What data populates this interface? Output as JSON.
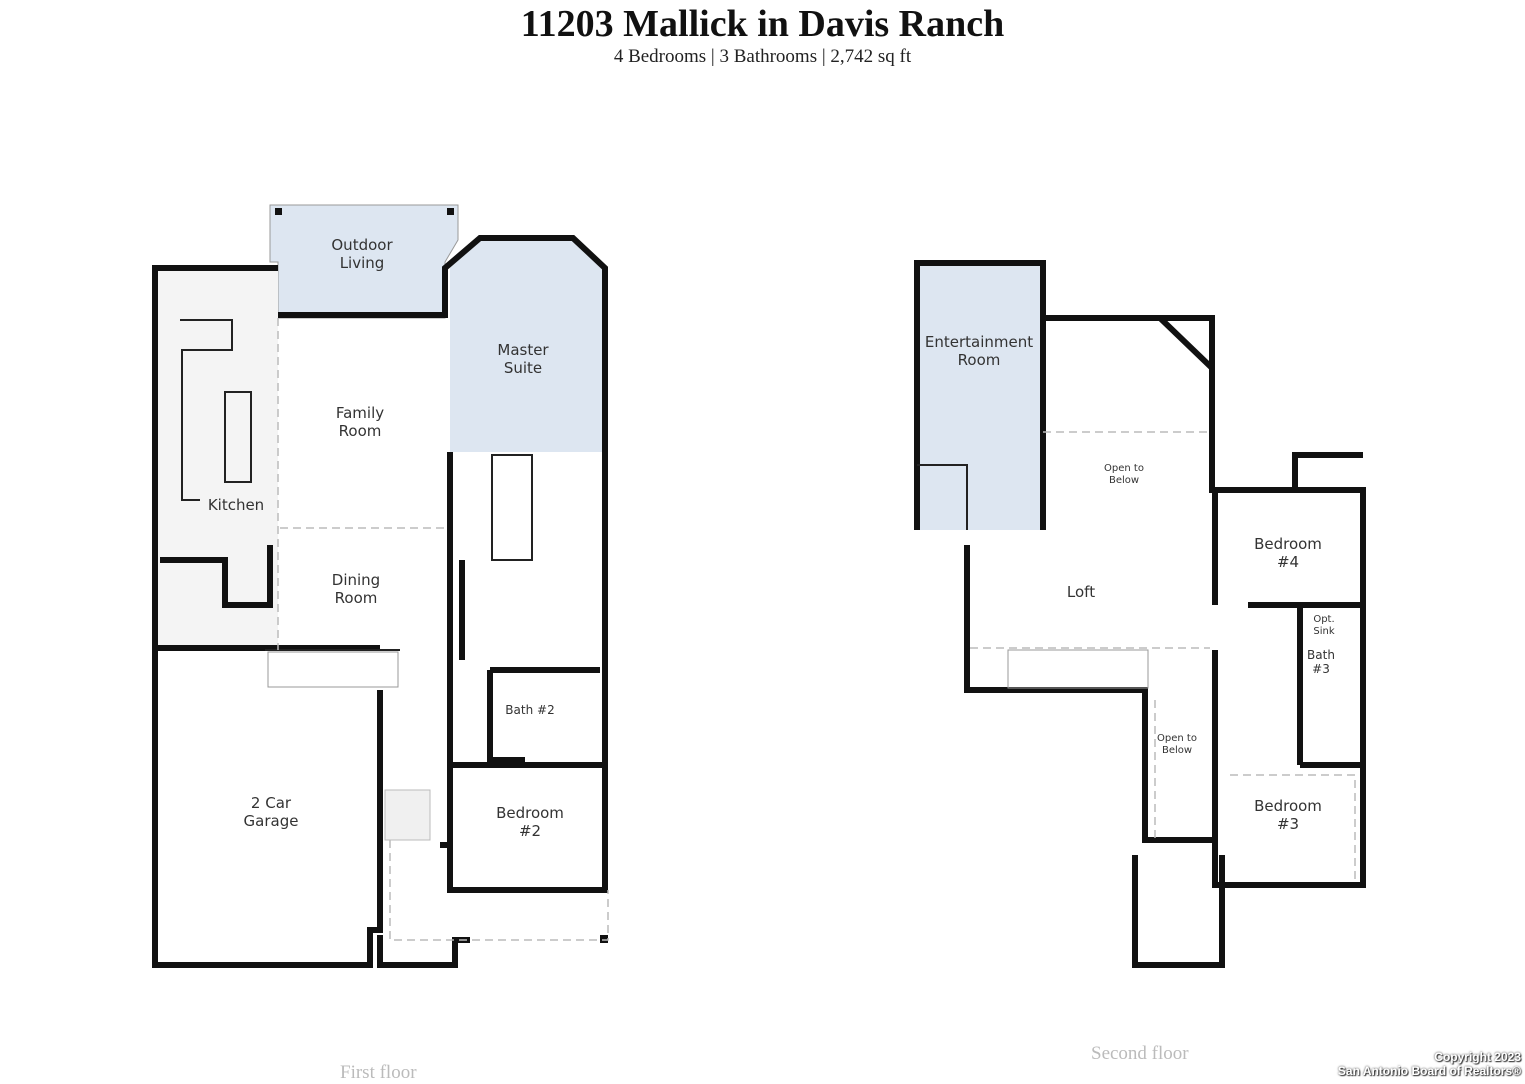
{
  "header": {
    "title": "11203 Mallick in Davis Ranch",
    "subtitle": "4 Bedrooms | 3 Bathrooms | 2,742 sq ft"
  },
  "first_floor": {
    "label": "First floor",
    "rooms": {
      "outdoor_living": [
        "Outdoor",
        "Living"
      ],
      "master_suite": [
        "Master",
        "Suite"
      ],
      "family_room": [
        "Family",
        "Room"
      ],
      "kitchen": "Kitchen",
      "dining_room": [
        "Dining",
        "Room"
      ],
      "bath2": "Bath #2",
      "garage": [
        "2 Car",
        "Garage"
      ],
      "bedroom2": [
        "Bedroom",
        "#2"
      ]
    }
  },
  "second_floor": {
    "label": "Second floor",
    "rooms": {
      "entertainment": [
        "Entertainment",
        "Room"
      ],
      "open_below_1": [
        "Open to",
        "Below"
      ],
      "loft": "Loft",
      "bedroom4": [
        "Bedroom",
        "#4"
      ],
      "opt_sink": [
        "Opt.",
        "Sink"
      ],
      "bath3": [
        "Bath",
        "#3"
      ],
      "open_below_2": [
        "Open to",
        "Below"
      ],
      "bedroom3": [
        "Bedroom",
        "#3"
      ]
    }
  },
  "copyright": [
    "Copyright 2023",
    "San Antonio Board of Realtors®"
  ],
  "colors": {
    "highlight": "#dde6f1",
    "wall": "#111111"
  }
}
